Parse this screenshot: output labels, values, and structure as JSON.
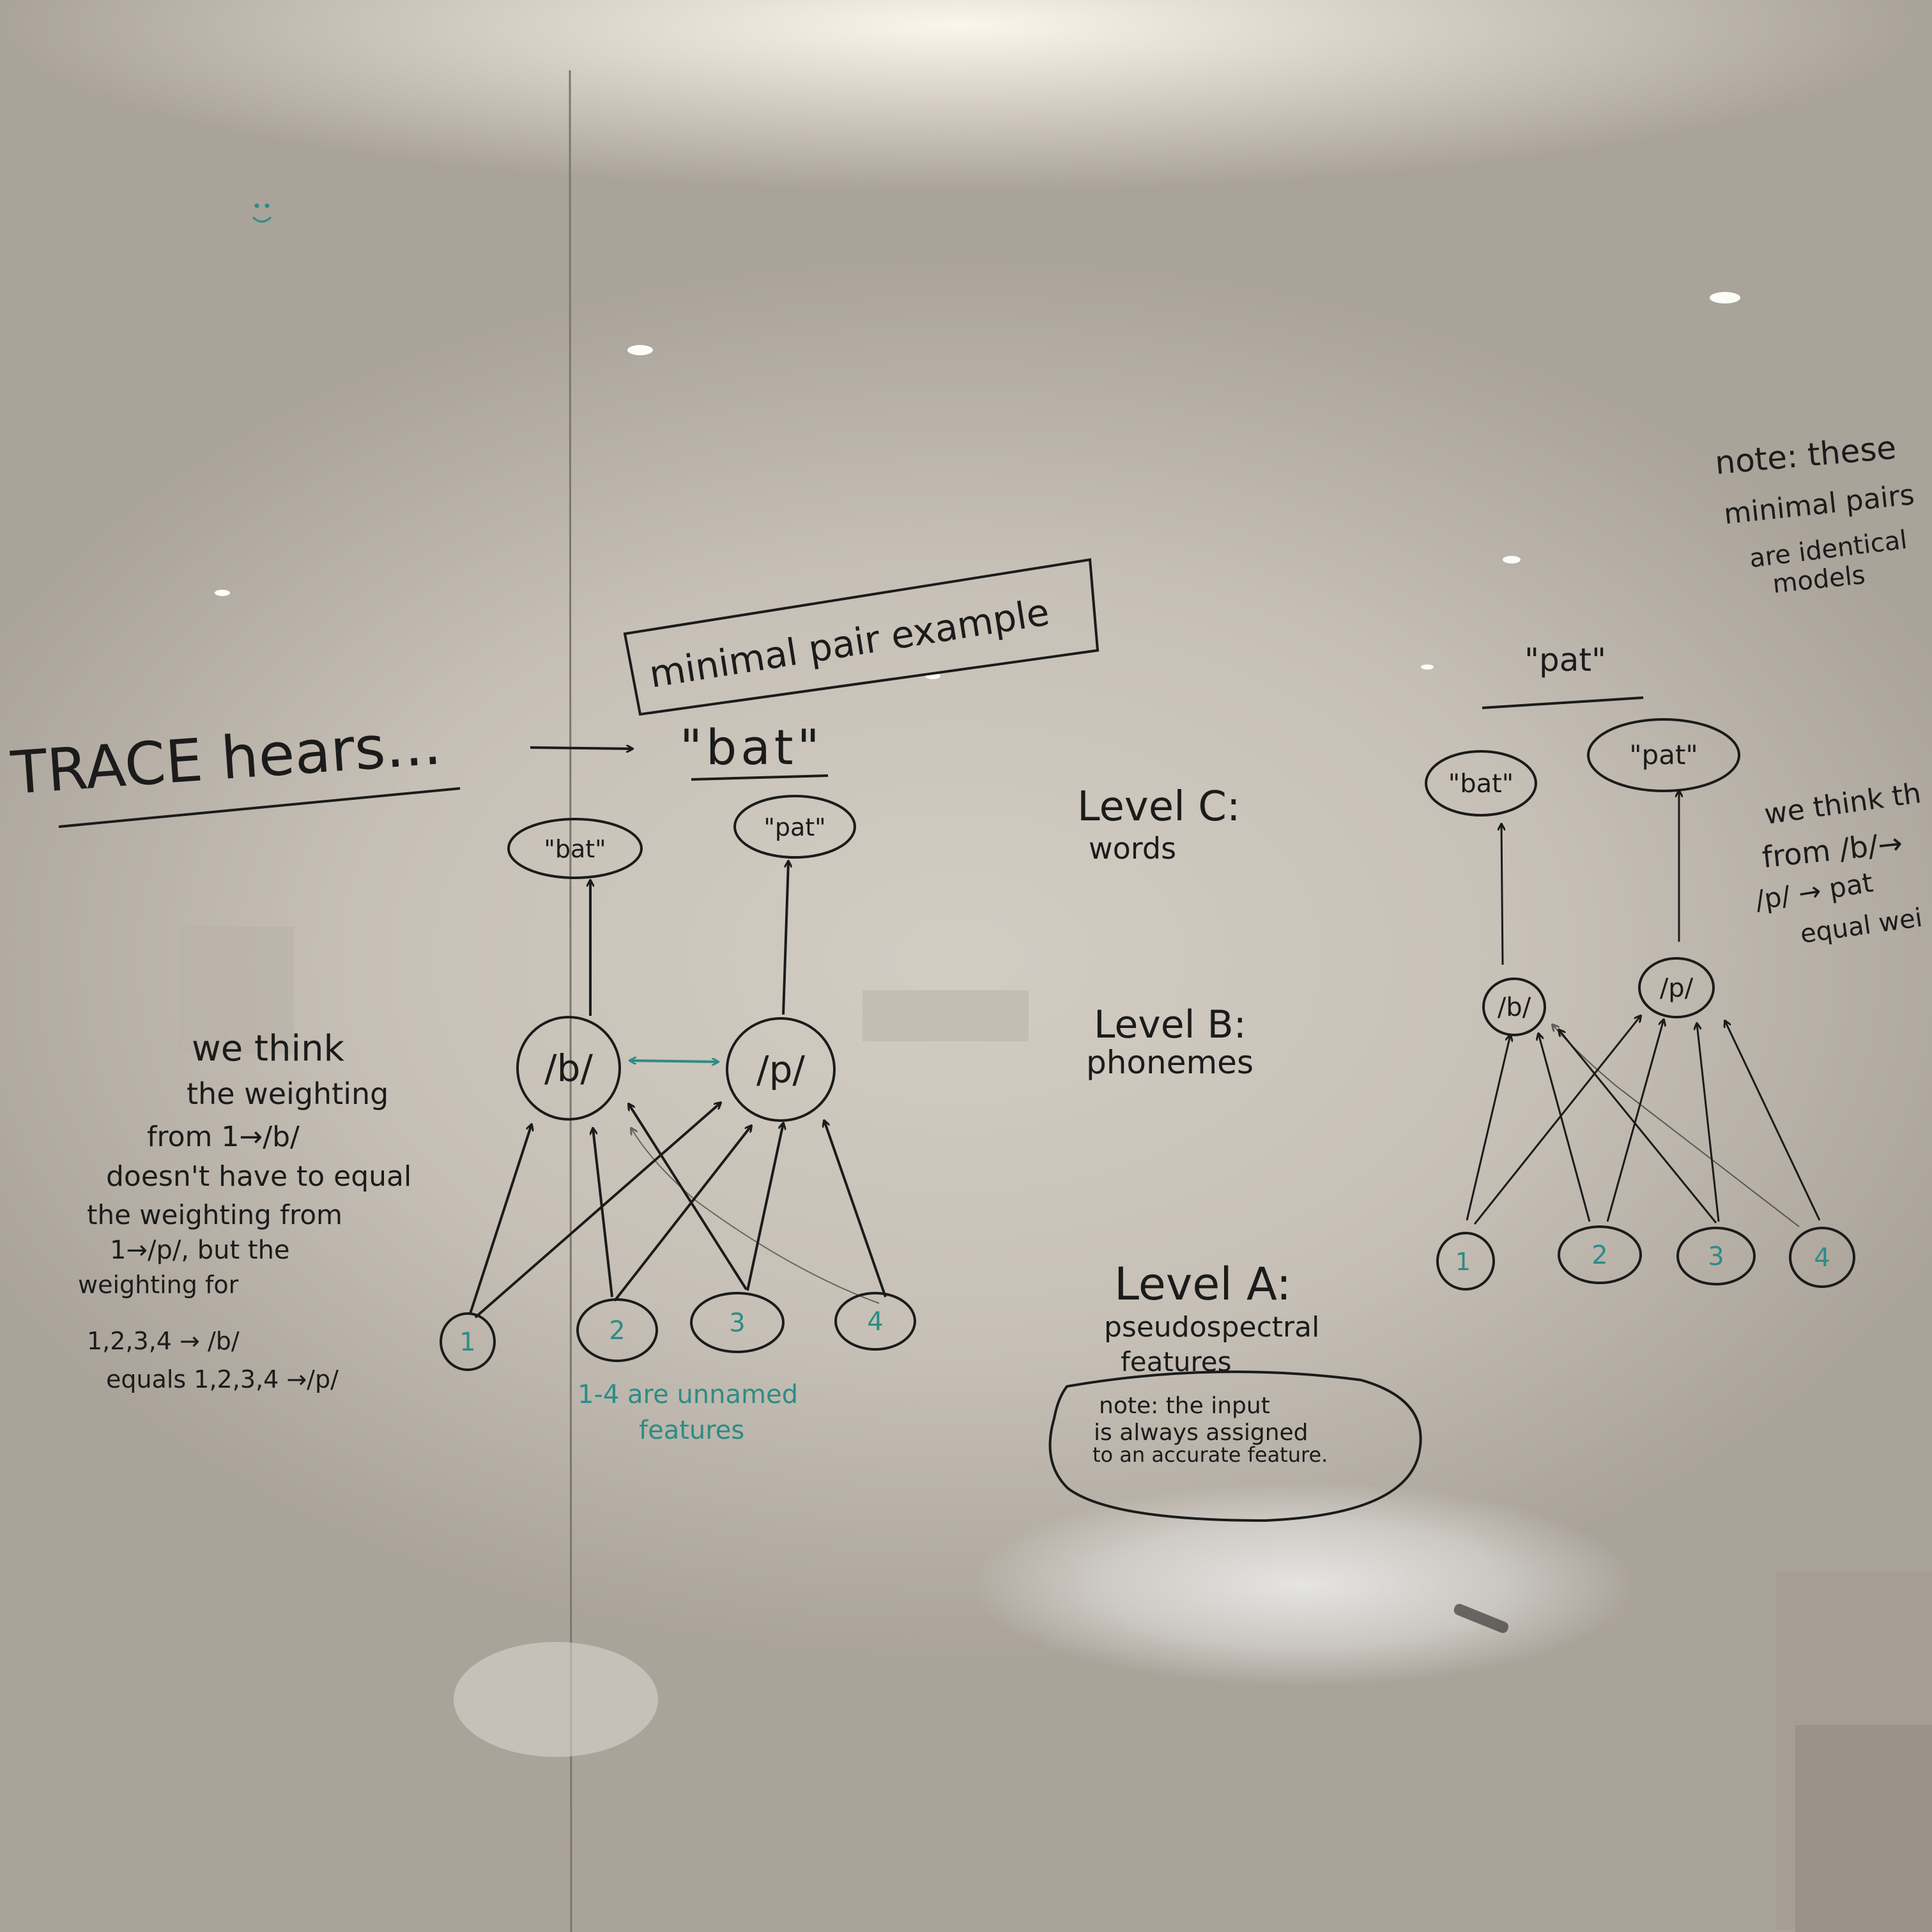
{
  "title_box": "minimal pair example",
  "trace_hears": "TRACE hears...",
  "heard_word": "\"bat\"",
  "left_diagram": {
    "words": [
      "\"bat\"",
      "\"pat\""
    ],
    "phonemes": [
      "/b/",
      "/p/"
    ],
    "features": [
      "1",
      "2",
      "3",
      "4"
    ],
    "features_note": [
      "1-4 are unnamed",
      "features"
    ]
  },
  "we_think_note": [
    "we think",
    "the weighting",
    "from 1→/b/",
    "doesn't have to equal",
    "the weighting from",
    "1→/p/, but the",
    "weighting for",
    "1,2,3,4 → /b/",
    "equals 1,2,3,4 →/p/"
  ],
  "levels": {
    "c_title": "Level C:",
    "c_desc": "words",
    "b_title": "Level B:",
    "b_desc": "phonemes",
    "a_title": "Level A:",
    "a_desc_1": "pseudospectral",
    "a_desc_2": "features"
  },
  "input_note": [
    "note: the input",
    "is always assigned",
    "to an accurate feature."
  ],
  "right_diagram": {
    "heard_word": "\"pat\"",
    "words": [
      "\"bat\"",
      "\"pat\""
    ],
    "phonemes": [
      "/b/",
      "/p/"
    ],
    "features": [
      "1",
      "2",
      "3",
      "4"
    ]
  },
  "top_right_note": [
    "note: these",
    "minimal pairs",
    "are identical",
    "models"
  ],
  "right_we_think_note": [
    "we think th",
    "from /b/→",
    "/p/ → pat",
    "equal wei"
  ],
  "colors": {
    "ink": "#1b1b1b",
    "teal": "#2c8c86",
    "board": "#c9c2b8"
  }
}
